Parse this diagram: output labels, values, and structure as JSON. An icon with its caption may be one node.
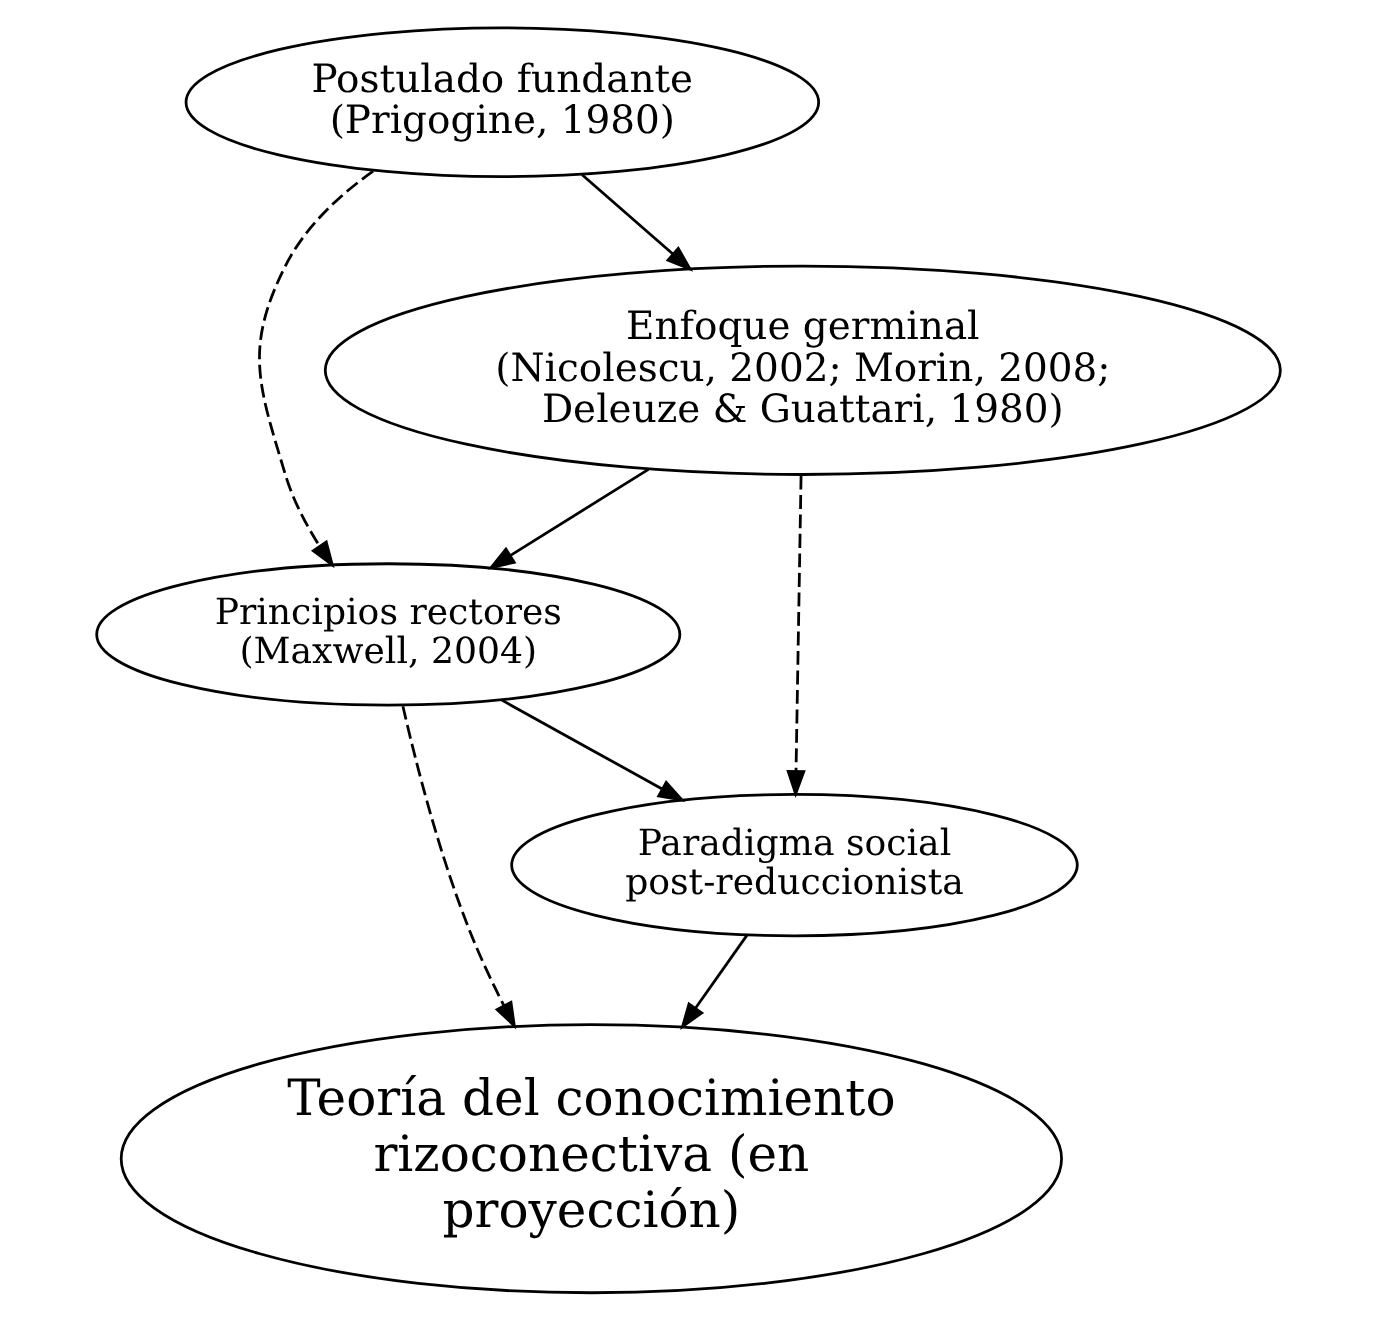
{
  "diagram": {
    "nodes": [
      {
        "text": [
          "Postulado fundante",
          "(Prigogine, 1980)"
        ]
      },
      {
        "text": [
          "Enfoque germinal",
          "(Nicolescu, 2002; Morin, 2008; Deleuze & Guattari, 1980)"
        ]
      },
      {
        "text": [
          "Principios rectores",
          "(Maxwell, 2004)"
        ]
      },
      {
        "text": [
          "Paradigma social post-reduccionista"
        ]
      },
      {
        "text": [
          "Teoría del conocimiento rizoconectiva (en proyección)"
        ]
      }
    ],
    "edges": [
      {
        "from": 0,
        "to": 1,
        "arrow": "to"
      },
      {
        "from": 0,
        "to": 2,
        "arrow": "to",
        "style": "dashed"
      },
      {
        "from": 1,
        "to": 2,
        "arrow": "to"
      },
      {
        "from": 1,
        "to": 3,
        "arrow": "to",
        "style": "dashed"
      },
      {
        "from": 2,
        "to": 3,
        "arrow": "to"
      },
      {
        "from": 2,
        "to": 4,
        "arrow": "to",
        "style": "dashed"
      },
      {
        "from": 3,
        "to": 4,
        "arrow": "to"
      }
    ]
  }
}
